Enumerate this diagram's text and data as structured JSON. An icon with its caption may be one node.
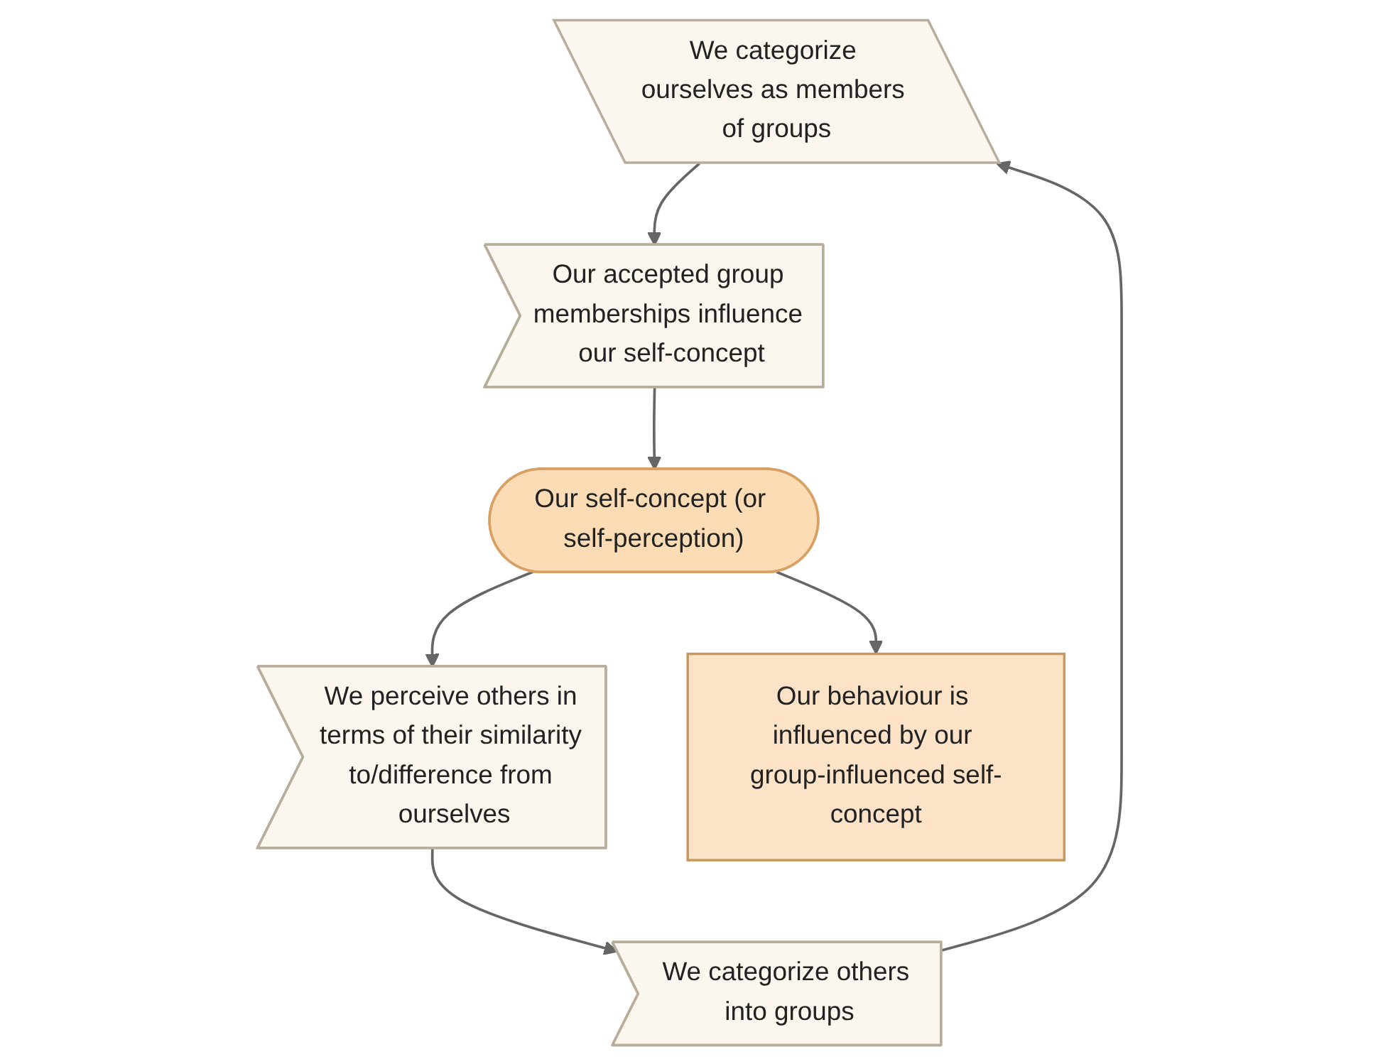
{
  "diagram": {
    "nodes": [
      {
        "text": [
          "We categorize ourselves as members of groups"
        ]
      },
      {
        "text": [
          "Our accepted group memberships influence our self-concept"
        ]
      },
      {
        "text": [
          "Our self-concept (or self-perception)"
        ]
      },
      {
        "text": [
          "We perceive others in terms of their similarity to/difference from ourselves"
        ]
      },
      {
        "text": [
          "We categorize others into groups"
        ]
      },
      {
        "text": [
          "Our behaviour is influenced by our group-influenced self-concept"
        ]
      }
    ],
    "edges": [
      {
        "from": 0,
        "to": 1,
        "arrow": "to"
      },
      {
        "from": 1,
        "to": 2,
        "arrow": "to"
      },
      {
        "from": 2,
        "to": 3,
        "arrow": "to"
      },
      {
        "from": 3,
        "to": 4,
        "arrow": "to"
      },
      {
        "from": 4,
        "to": 0,
        "arrow": "to"
      },
      {
        "from": 2,
        "to": 5,
        "arrow": "to"
      }
    ]
  }
}
